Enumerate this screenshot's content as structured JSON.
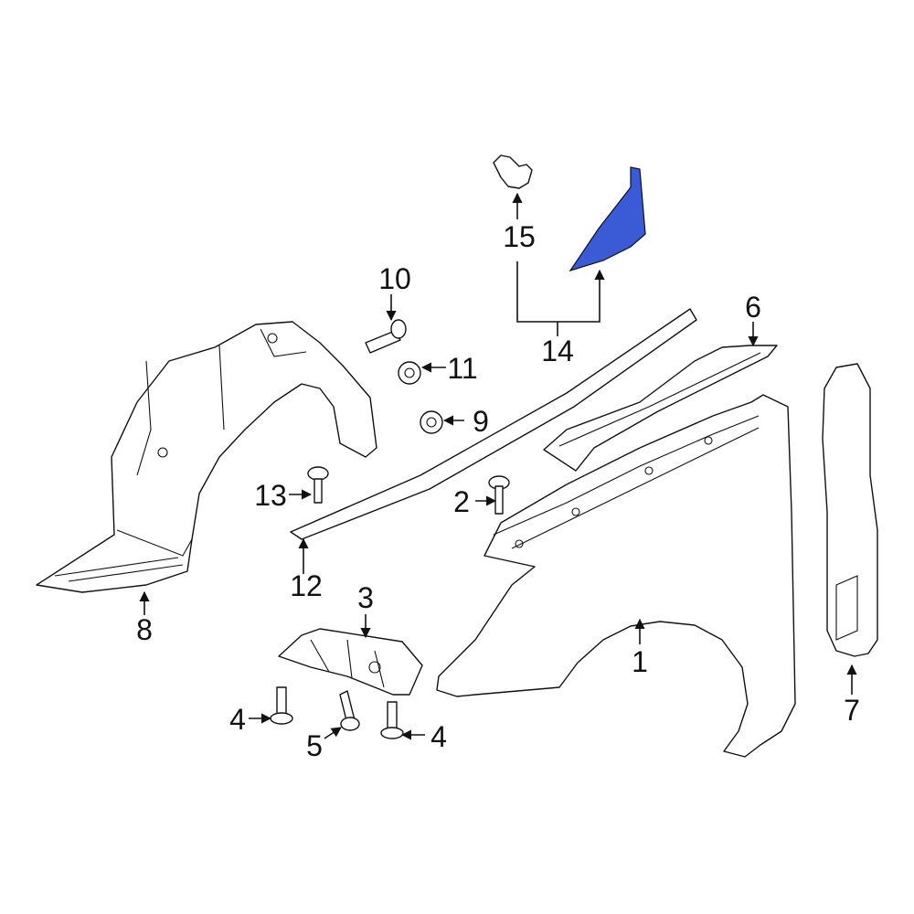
{
  "diagram": {
    "highlight_color": "#3a5ad6",
    "line_color": "#111111",
    "background": "#ffffff",
    "highlighted_part": "14",
    "callouts": [
      {
        "id": "c1",
        "text": "1"
      },
      {
        "id": "c2",
        "text": "2"
      },
      {
        "id": "c3",
        "text": "3"
      },
      {
        "id": "c4a",
        "text": "4"
      },
      {
        "id": "c4b",
        "text": "4"
      },
      {
        "id": "c5",
        "text": "5"
      },
      {
        "id": "c6",
        "text": "6"
      },
      {
        "id": "c7",
        "text": "7"
      },
      {
        "id": "c8",
        "text": "8"
      },
      {
        "id": "c9",
        "text": "9"
      },
      {
        "id": "c10",
        "text": "10"
      },
      {
        "id": "c11",
        "text": "11"
      },
      {
        "id": "c12",
        "text": "12"
      },
      {
        "id": "c13",
        "text": "13"
      },
      {
        "id": "c14",
        "text": "14"
      },
      {
        "id": "c15",
        "text": "15"
      }
    ]
  }
}
